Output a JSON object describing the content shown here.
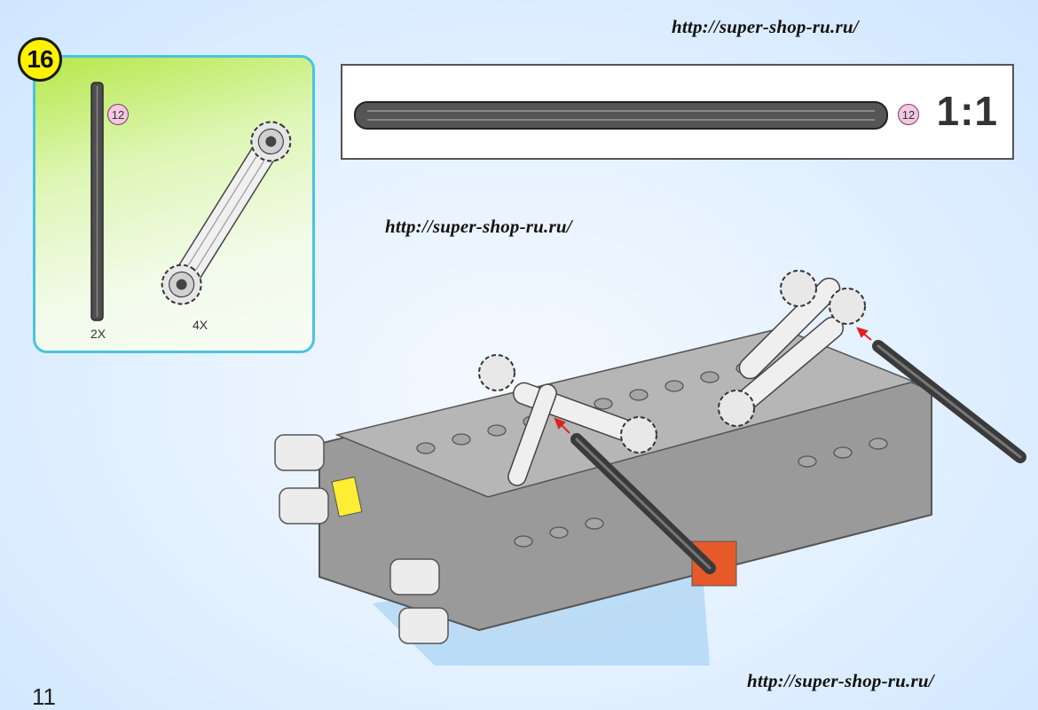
{
  "watermarks": {
    "top": "http://super-shop-ru.ru/",
    "middle": "http://super-shop-ru.ru/",
    "bottom": "http://super-shop-ru.ru/"
  },
  "step": {
    "number": "16",
    "parts": [
      {
        "ref": "12",
        "quantity": "2X"
      },
      {
        "quantity": "4X"
      }
    ]
  },
  "scale": {
    "ref": "12",
    "ratio": "1:1"
  },
  "page": {
    "number": "11"
  },
  "colors": {
    "panel_border": "#48c4df",
    "badge": "#fff200",
    "axle": "#555555",
    "gear": "#e6e6e6"
  }
}
